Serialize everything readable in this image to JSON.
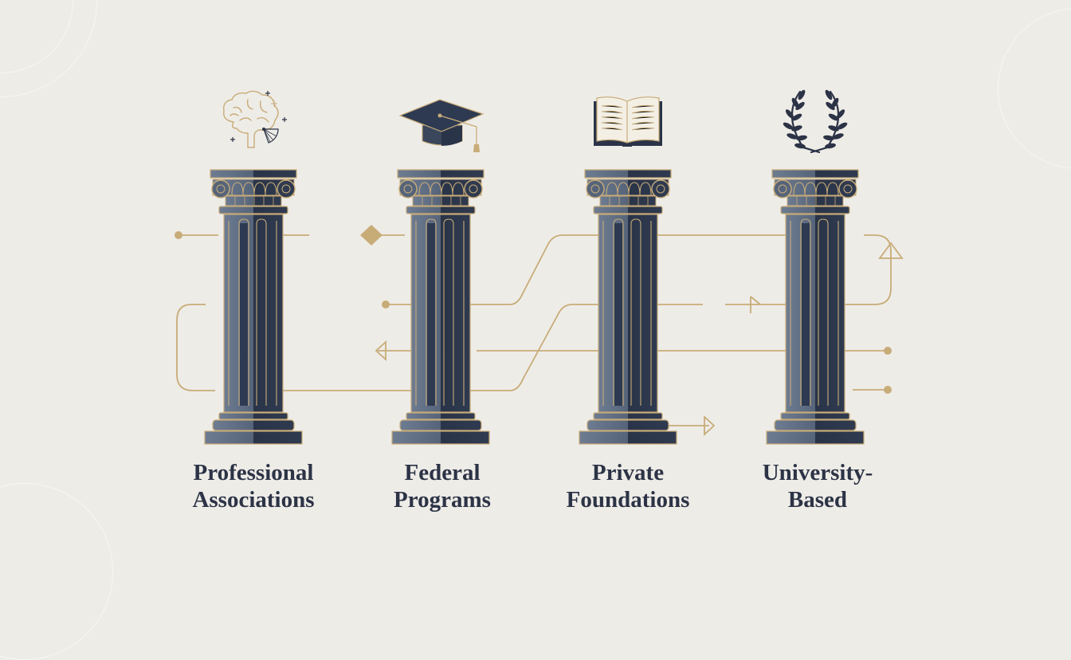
{
  "colors": {
    "background": "#eeece7",
    "gold": "#c8ac78",
    "column_light": "#5c6a80",
    "column_dark": "#2a3448",
    "text": "#2c3346"
  },
  "pillars": [
    {
      "icon": "brain-icon",
      "label_line1": "Professional",
      "label_line2": "Associations"
    },
    {
      "icon": "graduation-cap-icon",
      "label_line1": "Federal",
      "label_line2": "Programs"
    },
    {
      "icon": "open-book-icon",
      "label_line1": "Private",
      "label_line2": "Foundations"
    },
    {
      "icon": "laurel-wreath-icon",
      "label_line1": "University-",
      "label_line2": "Based"
    }
  ]
}
